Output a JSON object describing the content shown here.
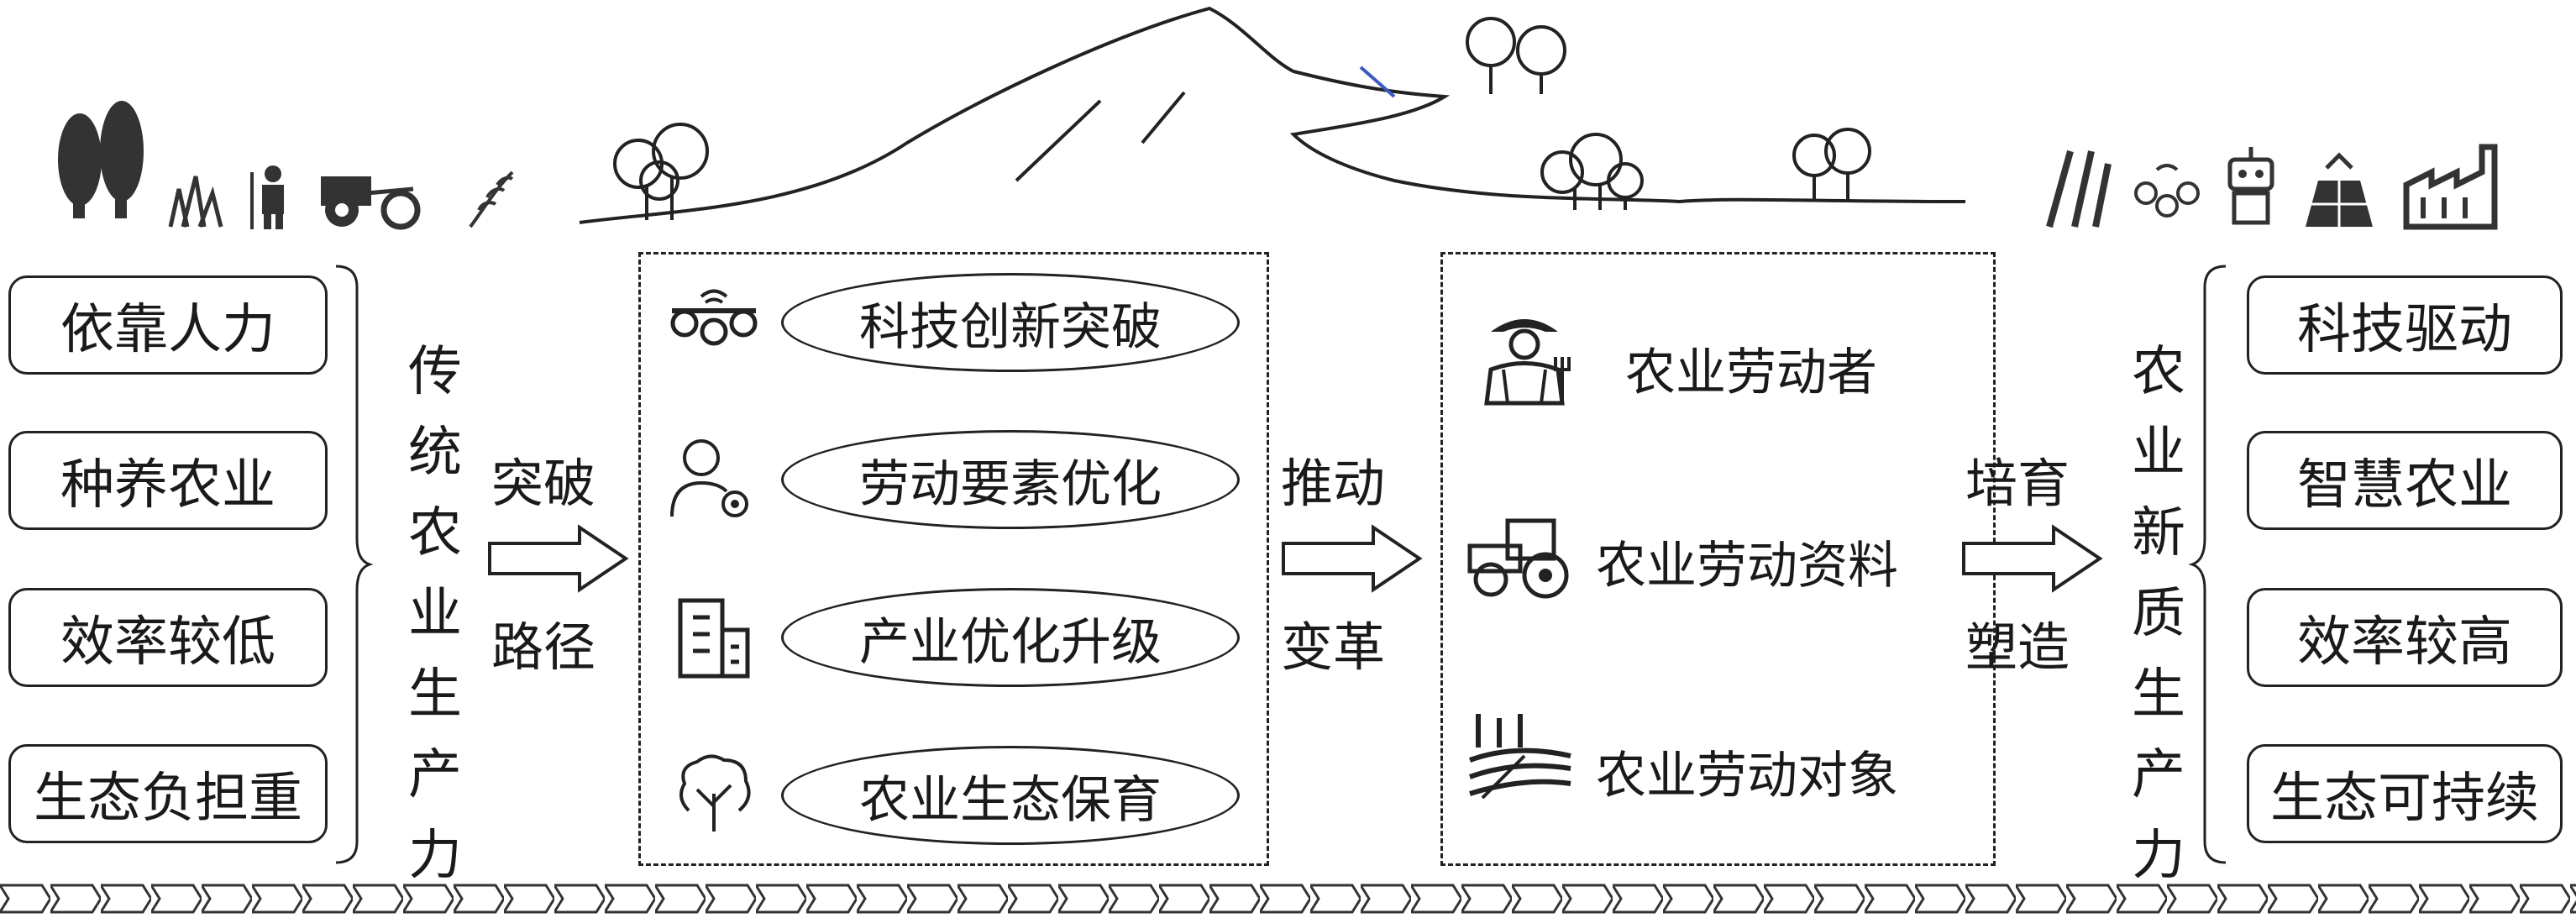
{
  "left_boxes": [
    "依靠人力",
    "种养农业",
    "效率较低",
    "生态负担重"
  ],
  "left_title": "传统农业生产力",
  "arrow1": {
    "top": "突破",
    "bottom": "路径"
  },
  "middle_items": [
    "科技创新突破",
    "劳动要素优化",
    "产业优化升级",
    "农业生态保育"
  ],
  "arrow2": {
    "top": "推动",
    "bottom": "变革"
  },
  "right_items": [
    "农业劳动者",
    "农业劳动资料",
    "农业劳动对象"
  ],
  "arrow3": {
    "top": "培育",
    "bottom": "塑造"
  },
  "right_title": "农业新质生产力",
  "far_right_boxes": [
    "科技驱动",
    "智慧农业",
    "效率较高",
    "生态可持续"
  ],
  "icons": {
    "top_left": [
      "trees-icon",
      "grass-icon",
      "farmer-icon",
      "tractor-icon",
      "wheat-icon"
    ],
    "top_right": [
      "wheat-icon",
      "drone-icon",
      "robot-icon",
      "solar-panel-icon",
      "factory-icon"
    ],
    "middle": [
      "drone-icon",
      "person-gear-icon",
      "building-icon",
      "tree-icon"
    ],
    "right": [
      "farmer-icon",
      "tractor-icon",
      "field-icon"
    ]
  }
}
